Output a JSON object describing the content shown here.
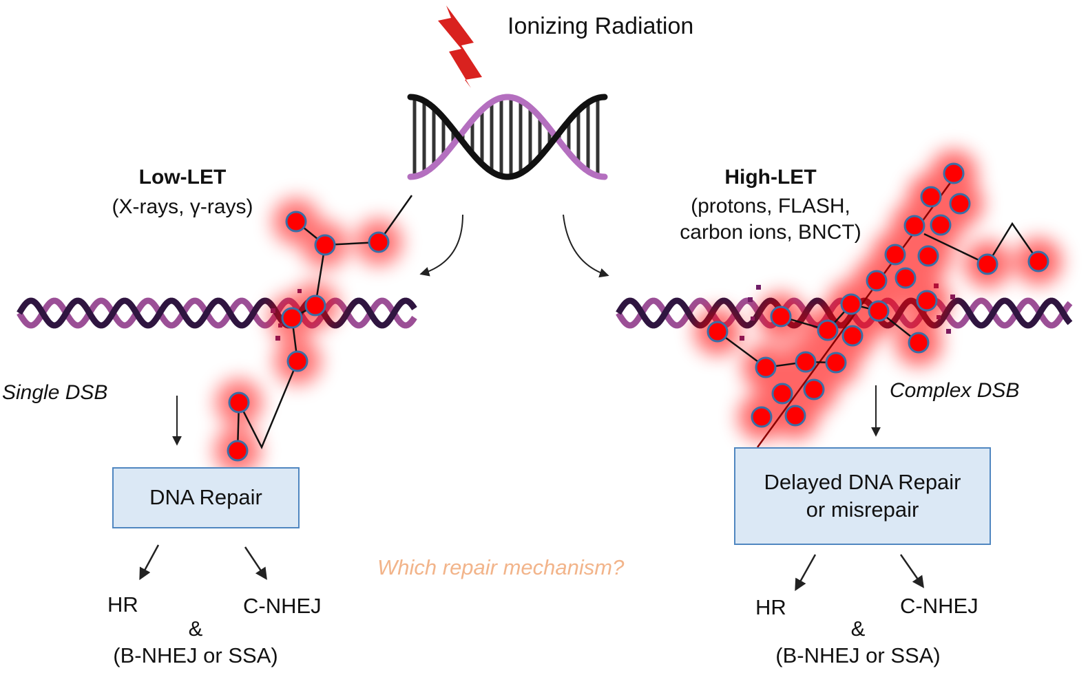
{
  "title": "Ionizing Radiation",
  "low_let": {
    "heading": "Low-LET",
    "subtitle": "(X-rays, γ-rays)",
    "lesion": "Single DSB",
    "repair_box": "DNA Repair",
    "pathway_left": "HR",
    "pathway_right": "C-NHEJ",
    "ampersand": "&",
    "alt_pathways": "(B-NHEJ or SSA)"
  },
  "high_let": {
    "heading": "High-LET",
    "subtitle_line1": "(protons, FLASH,",
    "subtitle_line2": "carbon ions, BNCT)",
    "lesion": "Complex DSB",
    "repair_box_line1": "Delayed DNA Repair",
    "repair_box_line2": "or misrepair",
    "pathway_left": "HR",
    "pathway_right": "C-NHEJ",
    "ampersand": "&",
    "alt_pathways": "(B-NHEJ or SSA)"
  },
  "question": "Which repair mechanism?",
  "colors": {
    "lightning": "#d9221f",
    "strand_purple": "#b46fbf",
    "strand_dark": "#2f1540",
    "damage_red": "#ff0000",
    "box_fill": "#dbe8f5",
    "box_border": "#4f86c0",
    "question_text": "#f2b48a"
  }
}
